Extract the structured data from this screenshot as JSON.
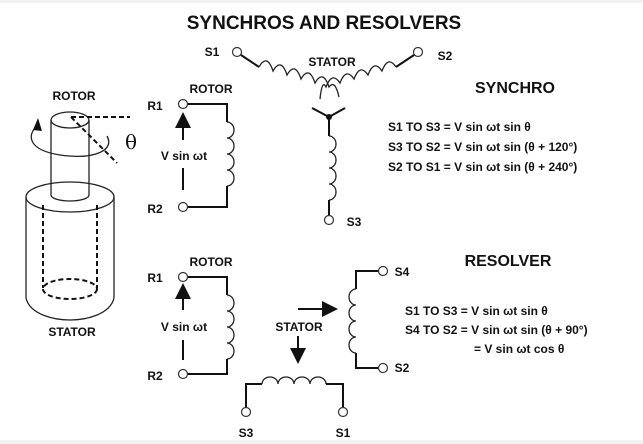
{
  "title": "SYNCHROS AND RESOLVERS",
  "mechanical": {
    "rotor_label": "ROTOR",
    "stator_label": "STATOR",
    "angle_symbol": "θ"
  },
  "synchro": {
    "heading": "SYNCHRO",
    "rotor": {
      "label": "ROTOR",
      "terminals": [
        "R1",
        "R2"
      ],
      "excitation": "V sin ωt"
    },
    "stator": {
      "label": "STATOR",
      "terminals": [
        "S1",
        "S2",
        "S3"
      ]
    },
    "equations": [
      "S1 TO S3 = V sin ωt sin θ",
      "S3 TO S2 = V sin ωt sin (θ + 120°)",
      "S2 TO S1 = V sin ωt sin (θ + 240°)"
    ]
  },
  "resolver": {
    "heading": "RESOLVER",
    "rotor": {
      "label": "ROTOR",
      "terminals": [
        "R1",
        "R2"
      ],
      "excitation": "V sin ωt"
    },
    "stator": {
      "label": "STATOR",
      "terminals": [
        "S4",
        "S2",
        "S3",
        "S1"
      ]
    },
    "equations": [
      "S1 TO S3 = V sin ωt sin θ",
      "S4 TO S2 = V sin ωt sin (θ + 90°)",
      "= V sin ωt cos θ"
    ]
  },
  "colors": {
    "ink": "#111111",
    "background": "#ffffff",
    "frame": "#f2f2f2"
  }
}
